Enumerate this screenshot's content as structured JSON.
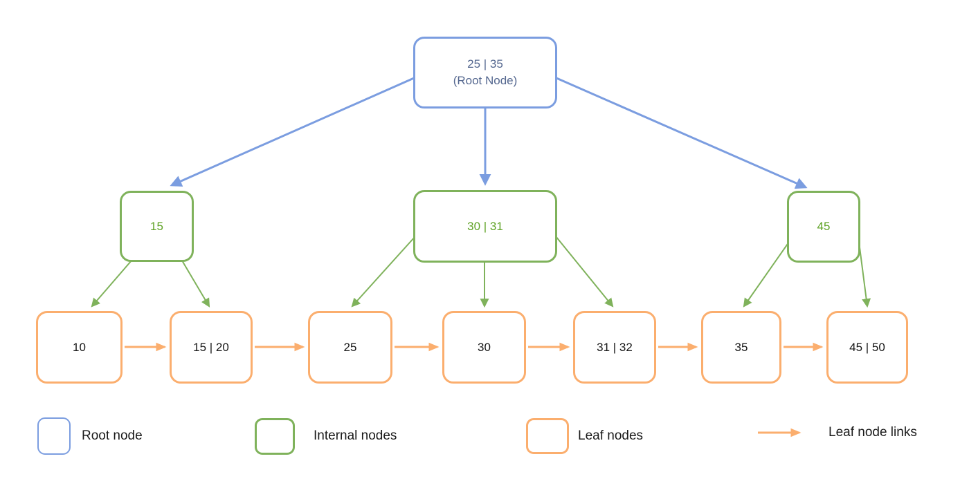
{
  "tree": {
    "root": {
      "keys": "25 | 35",
      "caption": "(Root Node)"
    },
    "internal": [
      {
        "label": "15"
      },
      {
        "label": "30 | 31"
      },
      {
        "label": "45"
      }
    ],
    "leaves": [
      {
        "label": "10"
      },
      {
        "label": "15 | 20"
      },
      {
        "label": "25"
      },
      {
        "label": "30"
      },
      {
        "label": "31 | 32"
      },
      {
        "label": "35"
      },
      {
        "label": "45 | 50"
      }
    ]
  },
  "legend": {
    "items": [
      {
        "label": "Root node"
      },
      {
        "label": "Internal nodes"
      },
      {
        "label": "Leaf nodes"
      },
      {
        "label": "Leaf node links"
      }
    ]
  },
  "colors": {
    "root_stroke": "#7b9de0",
    "root_text": "#54678f",
    "internal_stroke": "#7fb25b",
    "internal_text": "#5fa225",
    "leaf_stroke": "#fbae6e",
    "leaf_text": "#161616",
    "legend_text": "#1a1a1a",
    "background": "#ffffff"
  }
}
